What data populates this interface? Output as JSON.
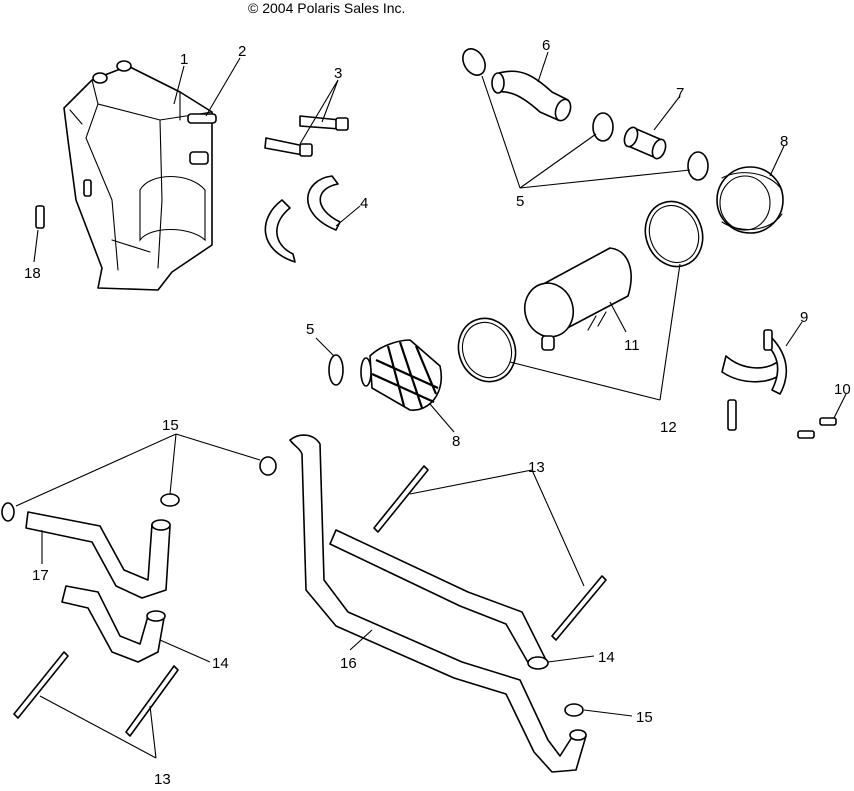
{
  "copyright": "© 2004 Polaris Sales Inc.",
  "callouts": {
    "c1": "1",
    "c2": "2",
    "c3": "3",
    "c4": "4",
    "c5a": "5",
    "c5b": "5",
    "c6": "6",
    "c7": "7",
    "c8a": "8",
    "c8b": "8",
    "c9": "9",
    "c10": "10",
    "c11": "11",
    "c12": "12",
    "c13a": "13",
    "c13b": "13",
    "c14a": "14",
    "c14b": "14",
    "c15a": "15",
    "c15b": "15",
    "c16": "16",
    "c17": "17",
    "c18": "18"
  }
}
